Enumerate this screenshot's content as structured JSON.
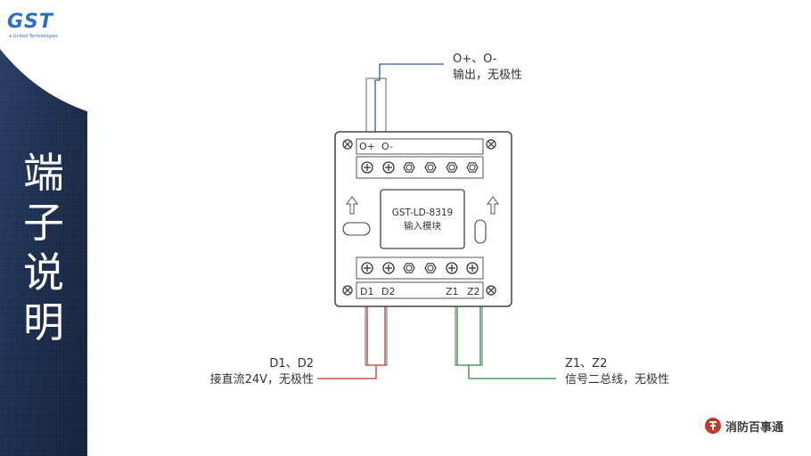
{
  "logo": {
    "text": "GST",
    "subtitle": "a United Technologies"
  },
  "title": {
    "chars": [
      "端",
      "子",
      "说",
      "明"
    ]
  },
  "module": {
    "model": "GST-LD-8319",
    "name": "输入模块"
  },
  "terminals": {
    "top_labels": [
      "O+",
      "O-"
    ],
    "bottom_labels": [
      "D1",
      "D2",
      "Z1",
      "Z2"
    ]
  },
  "annotations": {
    "output": {
      "line1": "O+、O-",
      "line2": "输出，无极性",
      "color": "#2f5f9e"
    },
    "power": {
      "line1": "D1、D2",
      "line2": "接直流24V，无极性",
      "color": "#c0392b"
    },
    "bus": {
      "line1": "Z1、Z2",
      "line2": "信号二总线，无极性",
      "color": "#2e8b3d"
    }
  },
  "brand": {
    "text": "消防百事通"
  },
  "colors": {
    "band_dark": "#1b2a44",
    "band_mid": "#2c4066",
    "logo_blue": "#2d6fc0"
  }
}
